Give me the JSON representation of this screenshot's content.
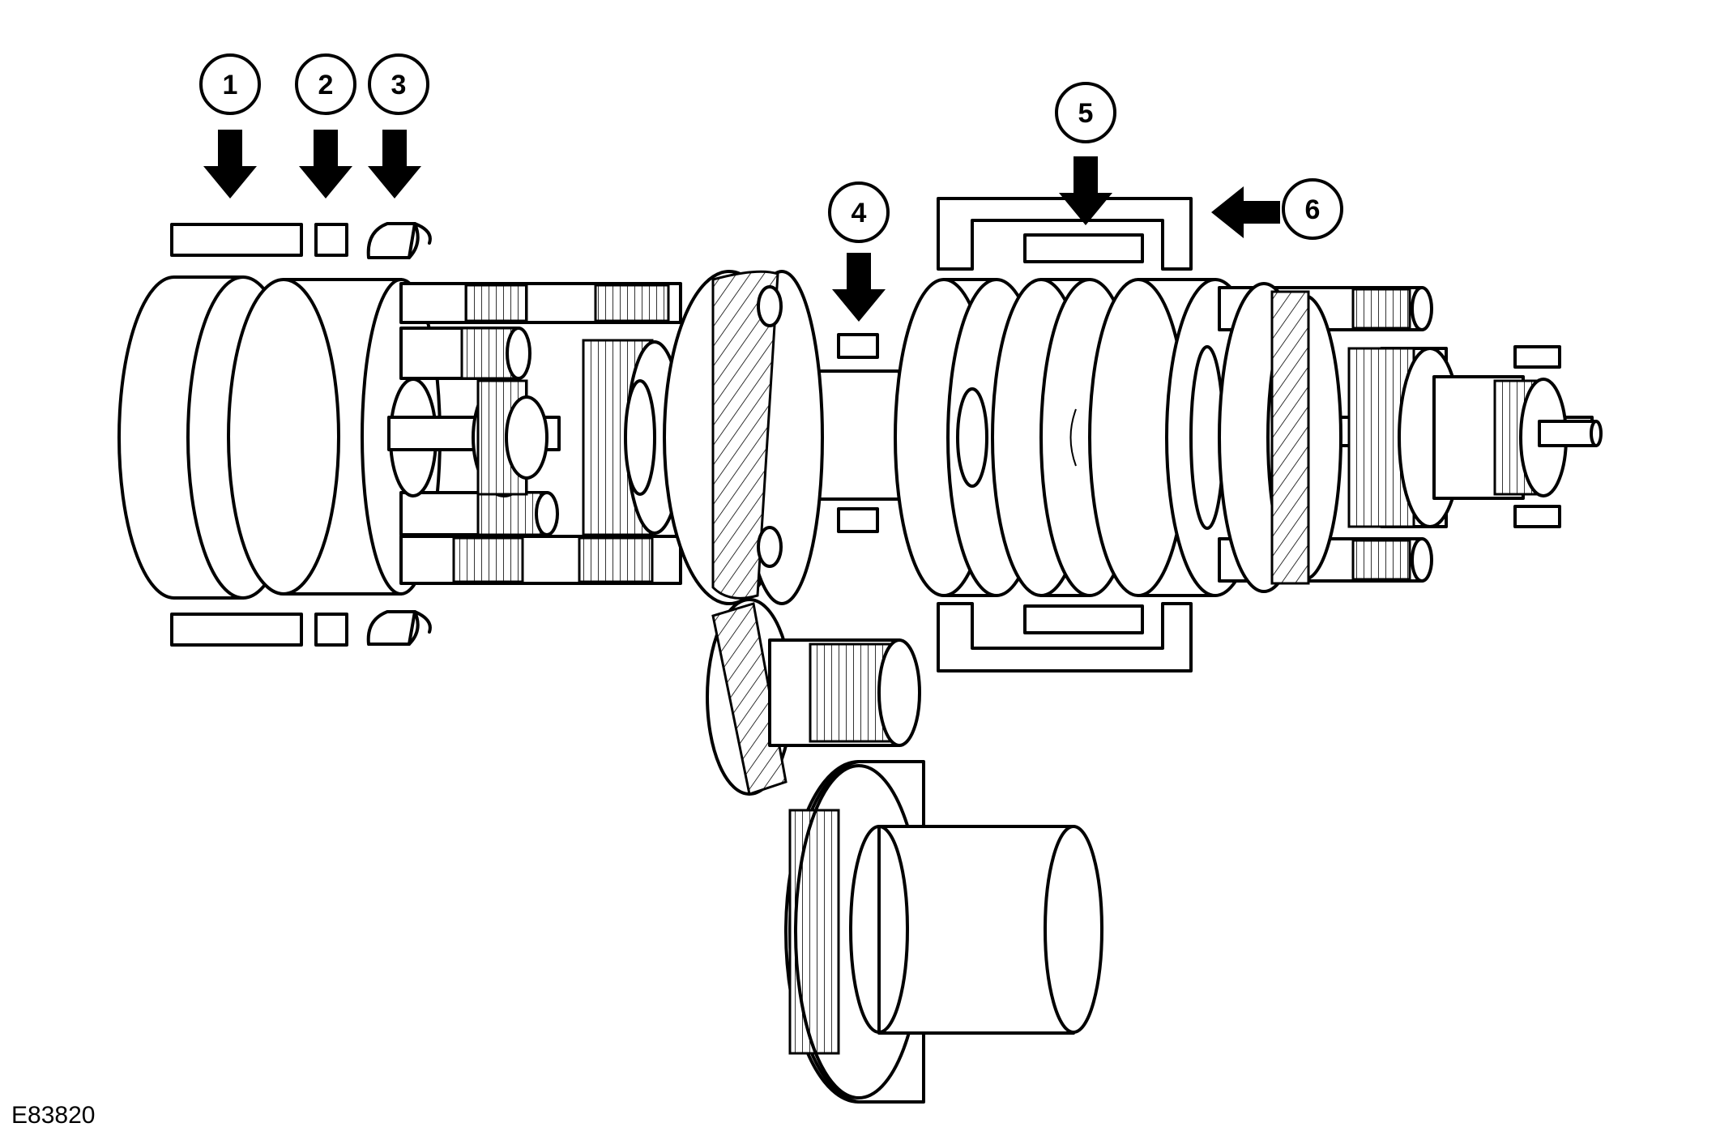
{
  "callouts": [
    {
      "id": "1",
      "label": "1"
    },
    {
      "id": "2",
      "label": "2"
    },
    {
      "id": "3",
      "label": "3"
    },
    {
      "id": "4",
      "label": "4"
    },
    {
      "id": "5",
      "label": "5"
    },
    {
      "id": "6",
      "label": "6"
    }
  ],
  "figure_reference": "E83820",
  "colors": {
    "line": "#000000",
    "fill": "#ffffff"
  }
}
